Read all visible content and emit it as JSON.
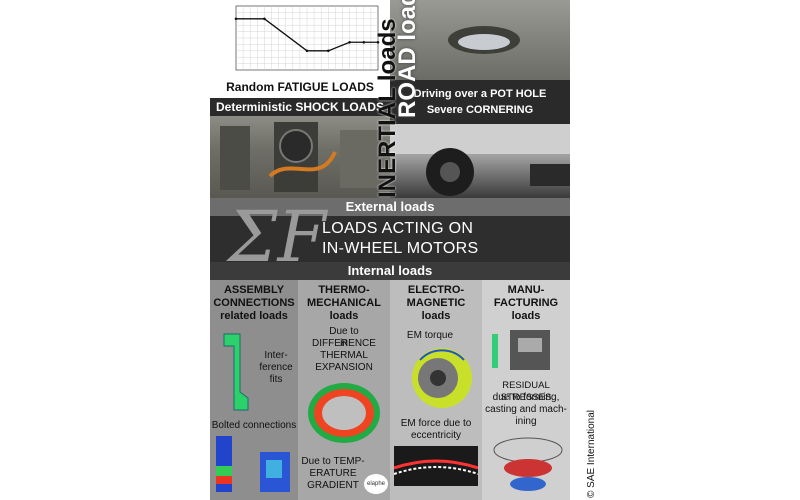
{
  "chart_data": {
    "type": "line",
    "title": "",
    "xlabel": "",
    "ylabel": "",
    "x": [
      0,
      400,
      1000,
      1300,
      1600,
      1800,
      2000
    ],
    "y": [
      1200,
      1200,
      450,
      450,
      650,
      650,
      650
    ]
  },
  "top_left": {
    "fatigue_label": "Random FATIGUE LOADS",
    "shock_label": "Deterministic SHOCK LOADS"
  },
  "top_right": {
    "line1": "Driving over a POT HOLE",
    "line2": "Severe CORNERING"
  },
  "vertical": {
    "inertial": "INERTIAL loads",
    "road": "ROAD loads"
  },
  "center": {
    "external": "External loads",
    "title_line1": "LOADS ACTING ON",
    "title_line2": "IN-WHEEL MOTORS",
    "internal": "Internal loads"
  },
  "columns": {
    "assembly": {
      "head1": "ASSEMBLY",
      "head2": "CONNECTIONS",
      "head3": "related loads",
      "note1": "Inter-",
      "note2": "ference",
      "note3": "fits",
      "bolted": "Bolted connections"
    },
    "thermo": {
      "head1": "THERMO-",
      "head2": "MECHANICAL",
      "head3": "loads",
      "t1": "Due to DIFFERENCE",
      "t2": "in",
      "t3": "THERMAL",
      "t4": "EXPANSION",
      "b1": "Due to TEMP-",
      "b2": "ERATURE",
      "b3": "GRADIENT",
      "logo_text": "elaphe"
    },
    "em": {
      "head1": "ELECTRO-",
      "head2": "MAGNETIC",
      "head3": "loads",
      "torque": "EM torque",
      "force1": "EM force due to",
      "force2": "eccentricity"
    },
    "manu": {
      "head1": "MANU-",
      "head2": "FACTURING",
      "head3": "loads",
      "r1": "RESIDUAL STRESSES",
      "r2": "due to forming,",
      "r3": "casting and mach-",
      "r4": "ining"
    }
  },
  "copyright": "© SAE International"
}
